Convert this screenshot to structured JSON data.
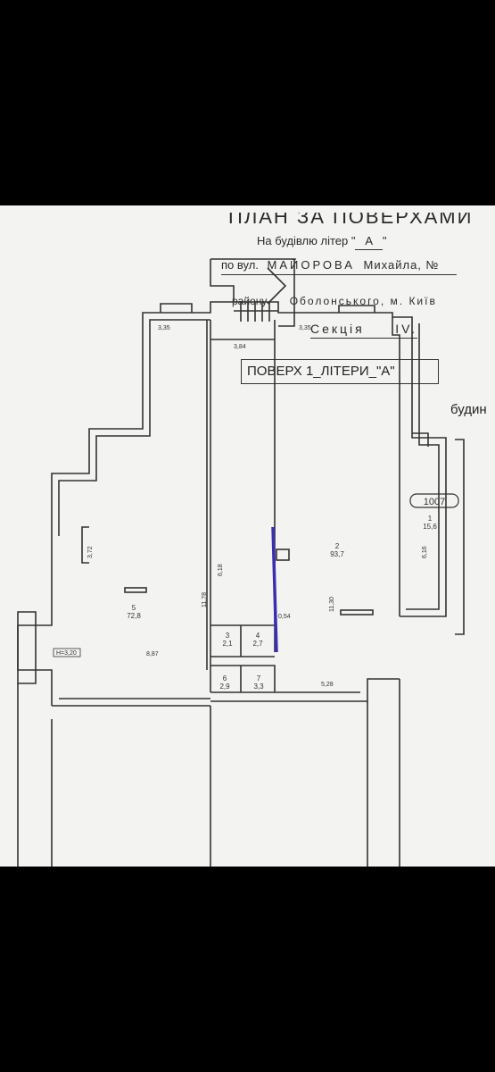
{
  "header": {
    "title": "ПЛАН ЗА ПОВЕРХАМИ",
    "building_prefix": "На будівлю літер \"",
    "building_letter": "А",
    "building_suffix": "\"",
    "street_prefix": "по вул.",
    "street_name": "МАЙОРОВА",
    "street_suffix": "Михайла, №",
    "district_prefix": "району",
    "district_name": "Оболонського, м. Київ",
    "section_label": "Секція",
    "section_value": "IV.",
    "floor_label": "ПОВЕРХ 1_ЛІТЕРИ_\"А\""
  },
  "plan": {
    "neighbor_label": "будин",
    "room_code": "1007",
    "rooms": [
      {
        "number": "5",
        "area": "72,8"
      },
      {
        "number": "2",
        "area": "93,7"
      },
      {
        "number": "1",
        "area": "15,6"
      },
      {
        "number": "3",
        "area": "2,1"
      },
      {
        "number": "4",
        "area": "2,7"
      },
      {
        "number": "6",
        "area": "2,9"
      },
      {
        "number": "7",
        "area": "3,3"
      }
    ],
    "dimensions": {
      "d_335_left": "3,35",
      "d_384": "3,84",
      "d_335_right": "3,35",
      "d_372": "3,72",
      "d_1178": "11,78",
      "d_618": "6,18",
      "d_054": "0,54",
      "d_1130": "11,30",
      "d_616": "6,16",
      "d_887": "8,87",
      "d_528": "5,28",
      "d_level": "H=3,20"
    }
  },
  "colors": {
    "ink": "#333333",
    "paper": "#f3f3f1",
    "accent_line": "#3b2fb0",
    "background": "#000000"
  }
}
